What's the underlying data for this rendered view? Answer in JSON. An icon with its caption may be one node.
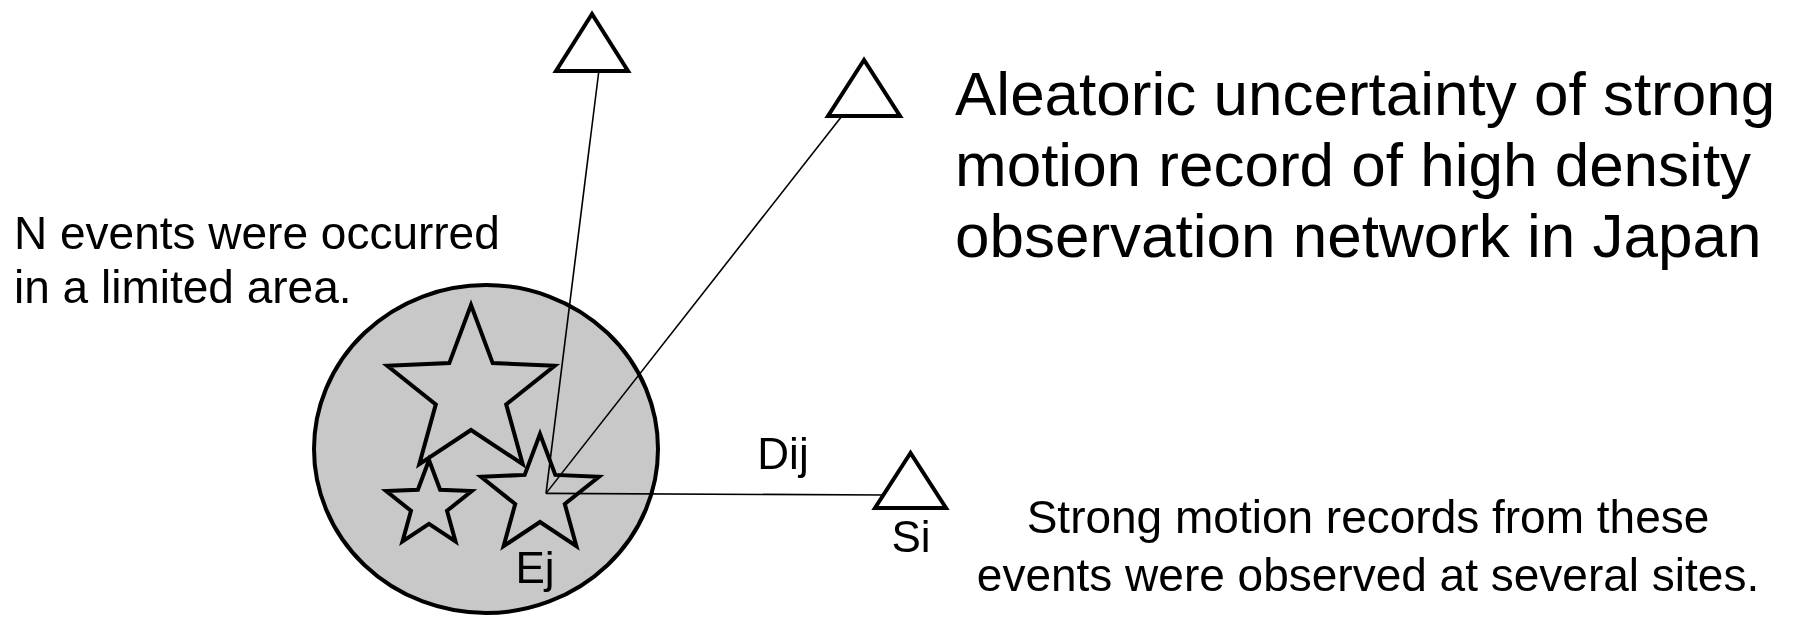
{
  "diagram": {
    "title": "Aleatoric uncertainty of strong motion record of high density observation network in Japan",
    "nodes": [
      {
        "text": [],
        "shape": "circle"
      },
      {
        "text": [],
        "shape": "star",
        "in": 0
      },
      {
        "text": [],
        "shape": "star",
        "in": 0
      },
      {
        "text": [],
        "shape": "star",
        "in": 0,
        "beside": [
          "Ej"
        ]
      },
      {
        "text": [],
        "shape": "triangle"
      },
      {
        "text": [],
        "shape": "triangle"
      },
      {
        "text": [],
        "shape": "triangle",
        "beside": [
          "Si"
        ]
      }
    ],
    "edges": [
      {
        "from": 3,
        "to": 4,
        "arrow": "none"
      },
      {
        "from": 3,
        "to": 5,
        "arrow": "none"
      },
      {
        "from": 3,
        "to": 6,
        "arrow": "none",
        "label": "Dij"
      }
    ],
    "labels": [
      "N events were occurred in a limited area.",
      "Strong motion records from these events were observed at several sites."
    ]
  }
}
